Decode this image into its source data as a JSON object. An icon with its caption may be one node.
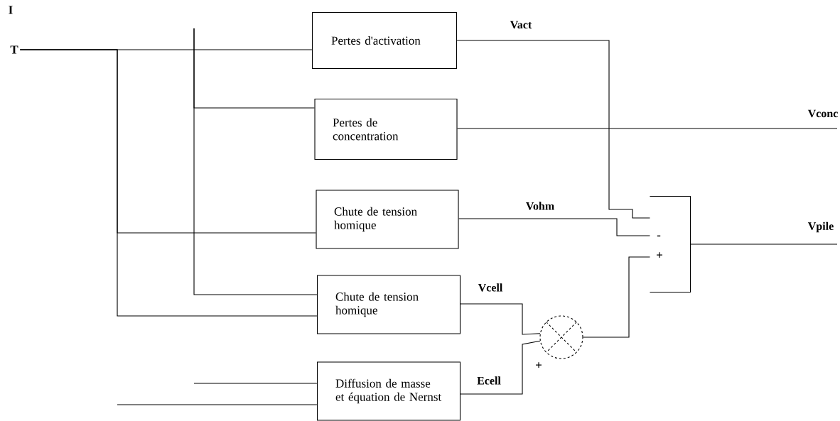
{
  "diagram": {
    "nodes": [
      {
        "text": [
          "T"
        ]
      },
      {
        "text": [
          "Pertes d'activation"
        ]
      },
      {
        "text": [
          "Pertes de concentration"
        ]
      },
      {
        "text": [
          "Chute de tension homique"
        ]
      },
      {
        "text": [
          "Chute de tension homique"
        ]
      },
      {
        "text": [
          "Diffusion de masse et équation de Nernst"
        ]
      },
      {
        "text": [],
        "shape": "circle"
      },
      {
        "text": [
          "-",
          "+"
        ]
      }
    ],
    "edges": [
      {
        "from": 0,
        "to": 1,
        "arrow": "none"
      },
      {
        "from": 0,
        "to": 3,
        "arrow": "none"
      },
      {
        "from": 0,
        "to": 4,
        "arrow": "none"
      },
      {
        "from": null,
        "to": 2,
        "arrow": "none"
      },
      {
        "from": null,
        "to": 4,
        "arrow": "none"
      },
      {
        "from": null,
        "to": 5,
        "arrow": "none"
      },
      {
        "from": null,
        "to": 5,
        "arrow": "none"
      },
      {
        "from": 1,
        "to": 7,
        "arrow": "none",
        "label": "Vact"
      },
      {
        "from": 2,
        "to": null,
        "arrow": "none",
        "label": "Vconc"
      },
      {
        "from": 3,
        "to": 7,
        "arrow": "none",
        "label": "Vohm"
      },
      {
        "from": 4,
        "to": 6,
        "arrow": "none",
        "label": "Vcell"
      },
      {
        "from": 5,
        "to": 6,
        "arrow": "none",
        "label": "Ecell"
      },
      {
        "from": 6,
        "to": 7,
        "arrow": "none"
      },
      {
        "from": 7,
        "to": null,
        "arrow": "none",
        "label": "Vpile"
      }
    ],
    "labels": [
      "I",
      "+"
    ]
  }
}
